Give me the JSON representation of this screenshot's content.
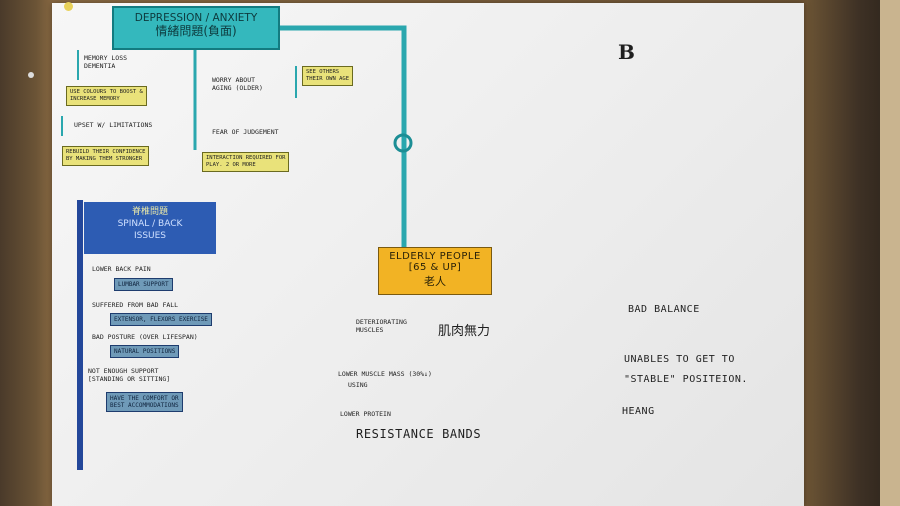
{
  "header": {
    "title_en": "DEPRESSION / ANXIETY",
    "title_zh": "情緒問題(負面)",
    "letter": "B"
  },
  "left_notes": {
    "memory_loss": "MEMORY LOSS\nDEMENTIA",
    "memory_tip": "USE COLOURS TO BOOST &\nINCREASE MEMORY",
    "upset": "UPSET W/ LIMITATIONS",
    "rebuild_tip": "REBUILD THEIR CONFIDENCE\nBY MAKING THEM STRONGER",
    "worry_aging": "WORRY ABOUT\nAGING (OLDER)",
    "see_others": "SEE OTHERS\nTHEIR OWN AGE",
    "fear": "FEAR OF JUDGEMENT",
    "interaction": "INTERACTION REQUIRED FOR\nPLAY. 2 OR MORE"
  },
  "center": {
    "elderly_en": "ELDERLY PEOPLE",
    "elderly_age": "[65 & UP]",
    "elderly_zh": "老人"
  },
  "spinal": {
    "title_zh": "脊椎問題",
    "title_en": "SPINAL / BACK\nISSUES",
    "items": [
      {
        "label": "LOWER BACK PAIN",
        "tip": "LUMBAR SUPPORT"
      },
      {
        "label": "SUFFERED FROM BAD FALL",
        "tip": "EXTENSOR, FLEXORS EXERCISE"
      },
      {
        "label": "BAD POSTURE (OVER LIFESPAN)",
        "tip": "NATURAL POSITIONS"
      },
      {
        "label": "NOT ENOUGH SUPPORT\n[STANDING OR SITTING]",
        "tip": "HAVE THE COMFORT OR\nBEST ACCOMMODATIONS"
      }
    ]
  },
  "muscles": {
    "deteriorating": "DETERIORATING\nMUSCLES",
    "deteriorating_zh": "肌肉無力",
    "lower_mass": "LOWER MUSCLE MASS (30%↓)",
    "using": "USING",
    "lower_protein": "LOWER PROTEIN",
    "resistance": "RESISTANCE BANDS"
  },
  "right": {
    "bad_balance": "BAD BALANCE",
    "unables": "UNABLES TO GET TO\n\"STABLE\" POSITEION.",
    "heang": "HEANG"
  }
}
